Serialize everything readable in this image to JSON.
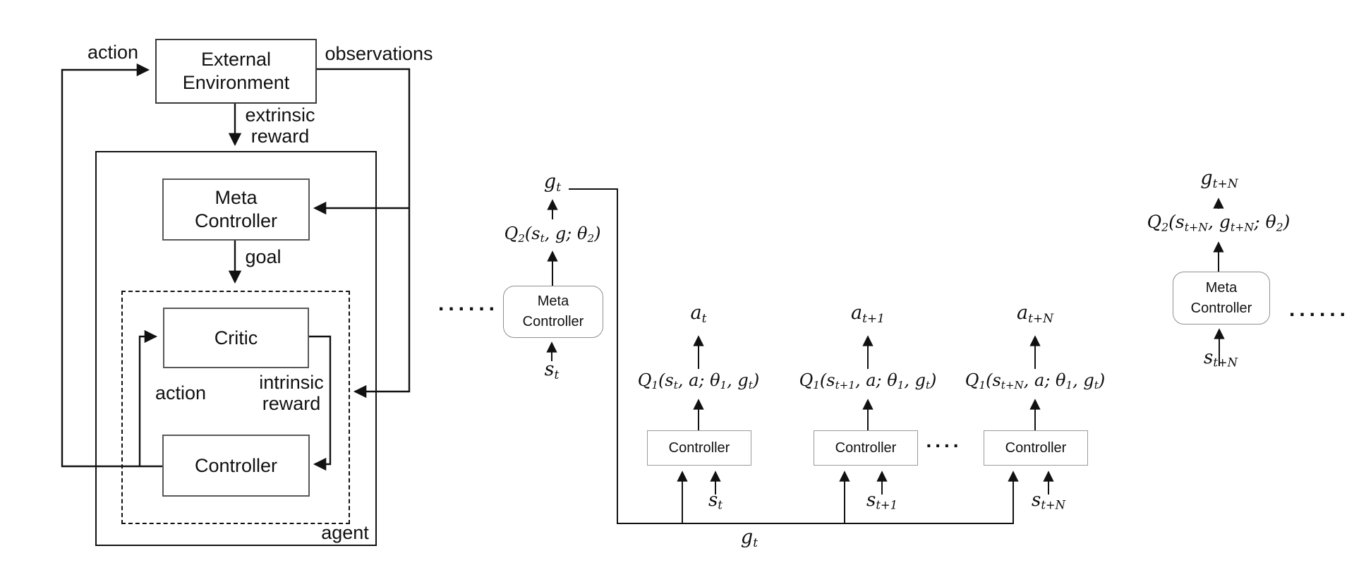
{
  "figure": "hierarchical reinforcement learning architecture diagram",
  "colors": {
    "background": "#ffffff",
    "line": "#111111",
    "outer_box_border": "#111111",
    "env_box_border": "#3a3a3a",
    "inner_box_border": "#585858",
    "right_box_border": "#8f8f8f",
    "text": "#111111"
  },
  "left": {
    "action": "action",
    "observations": "observations",
    "env_l1": "External",
    "env_l2": "Environment",
    "extrinsic_l1": "extrinsic",
    "extrinsic_l2": "reward",
    "meta_l1": "Meta",
    "meta_l2": "Controller",
    "goal": "goal",
    "critic": "Critic",
    "inner_action": "action",
    "intrinsic_l1": "intrinsic",
    "intrinsic_l2": "reward",
    "controller": "Controller",
    "agent": "agent"
  },
  "right": {
    "dots_left": "......",
    "dots_mid": "....",
    "dots_right": "......",
    "meta1_l1": "Meta",
    "meta1_l2": "Controller",
    "meta2_l1": "Meta",
    "meta2_l2": "Controller",
    "ctrl1": "Controller",
    "ctrl2": "Controller",
    "ctrl3": "Controller",
    "math": {
      "g_t": [
        "g",
        "_t"
      ],
      "q2_t": [
        "Q",
        "_2",
        "(s",
        "_t",
        ", g; θ",
        "_2",
        ")"
      ],
      "s_t_meta": [
        "s",
        "_t"
      ],
      "a_t": [
        "a",
        "_t"
      ],
      "q1_t": [
        "Q",
        "_1",
        "(s",
        "_t",
        ", a; θ",
        "_1",
        ", g",
        "_t",
        ")"
      ],
      "s_t_ctrl": [
        "s",
        "_t"
      ],
      "a_t1": [
        "a",
        "_t+1"
      ],
      "q1_t1": [
        "Q",
        "_1",
        "(s",
        "_t+1",
        ", a; θ",
        "_1",
        ", g",
        "_t",
        ")"
      ],
      "s_t1": [
        "s",
        "_t+1"
      ],
      "a_tN": [
        "a",
        "_t+N"
      ],
      "q1_tN": [
        "Q",
        "_1",
        "(s",
        "_t+N",
        ", a; θ",
        "_1",
        ", g",
        "_t",
        ")"
      ],
      "s_tN_ctrl": [
        "s",
        "_t+N"
      ],
      "g_t_bus": [
        "g",
        "_t"
      ],
      "g_tN": [
        "g",
        "_t+N"
      ],
      "q2_tN": [
        "Q",
        "_2",
        "(s",
        "_t+N",
        ", g",
        "_t+N",
        "; θ",
        "_2",
        ")"
      ],
      "s_tN_meta": [
        "s",
        "_t+N"
      ]
    }
  }
}
